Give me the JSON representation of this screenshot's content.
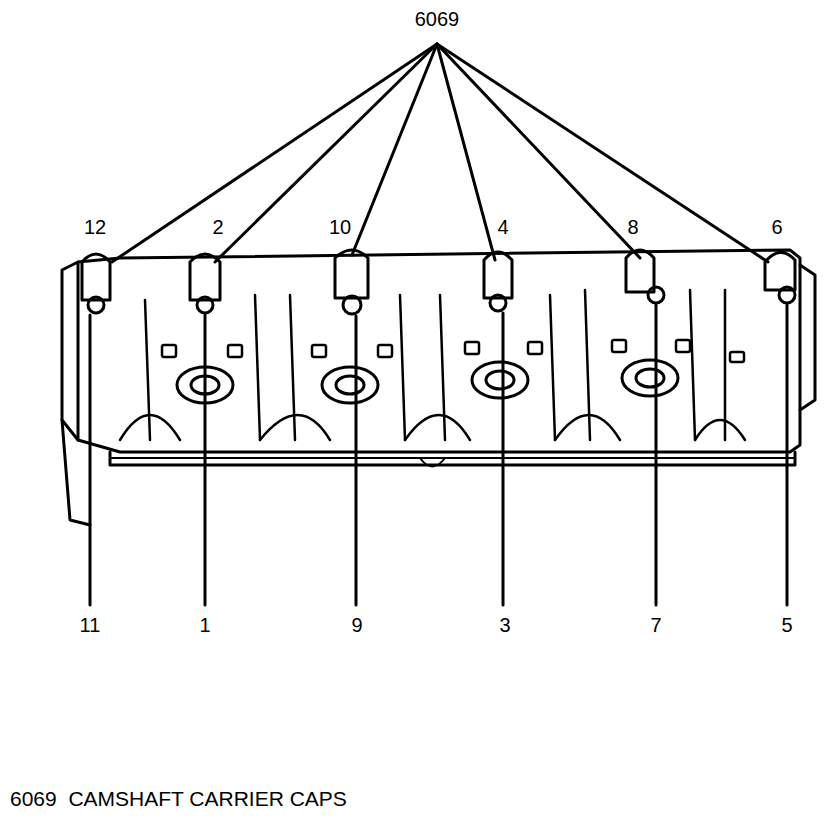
{
  "diagram": {
    "caption": "6069  CAMSHAFT CARRIER CAPS",
    "labels": [
      "6069",
      "12",
      "2",
      "10",
      "4",
      "8",
      "6",
      "11",
      "1",
      "9",
      "3",
      "7",
      "5"
    ]
  }
}
